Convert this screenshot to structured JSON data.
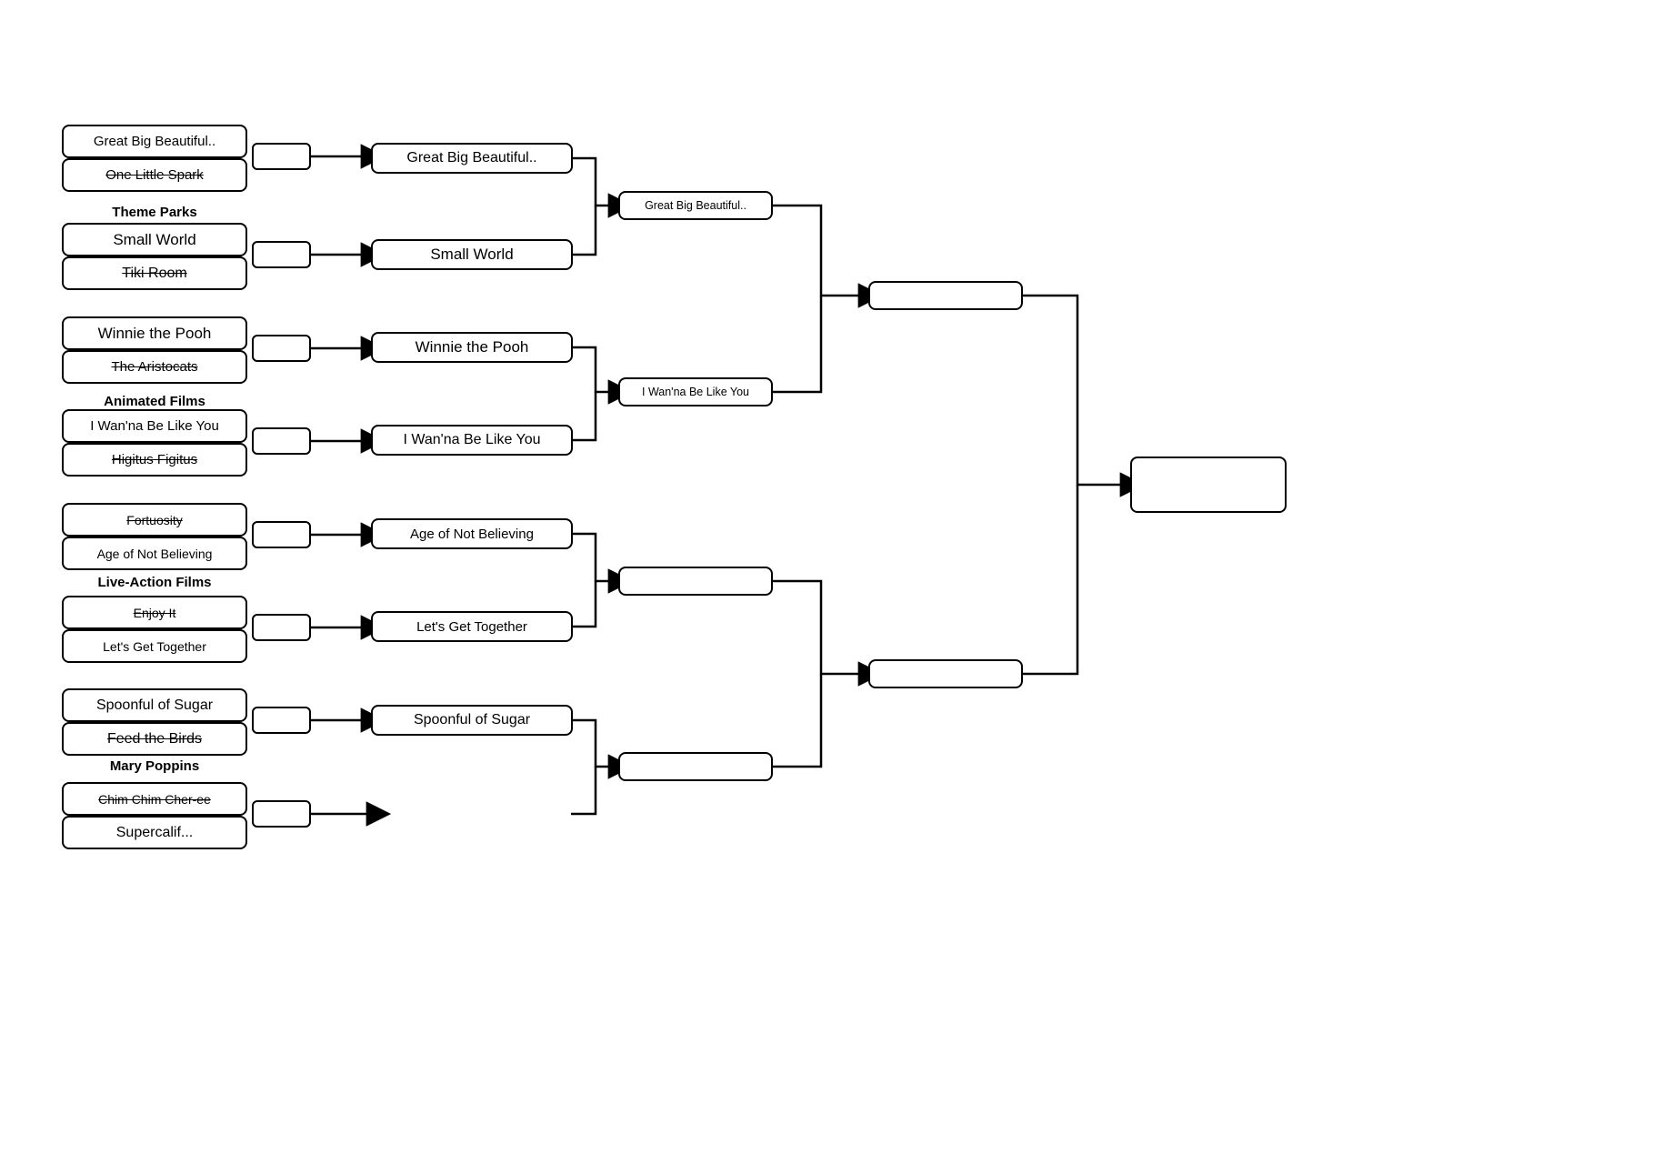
{
  "diagram_type": "tournament-bracket",
  "bracket": {
    "categories": [
      "Theme Parks",
      "Animated Films",
      "Live-Action Films",
      "Mary Poppins"
    ],
    "round1": [
      {
        "label": "Great Big Beautiful..",
        "eliminated": false
      },
      {
        "label": "One Little Spark",
        "eliminated": true
      },
      {
        "label": "Small World",
        "eliminated": false
      },
      {
        "label": "Tiki Room",
        "eliminated": true
      },
      {
        "label": "Winnie the Pooh",
        "eliminated": false
      },
      {
        "label": "The Aristocats",
        "eliminated": true
      },
      {
        "label": "I Wan'na Be Like You",
        "eliminated": false
      },
      {
        "label": "Higitus Figitus",
        "eliminated": true
      },
      {
        "label": "Fortuosity",
        "eliminated": true
      },
      {
        "label": "Age of Not Believing",
        "eliminated": false
      },
      {
        "label": "Enjoy It",
        "eliminated": true
      },
      {
        "label": "Let's Get Together",
        "eliminated": false
      },
      {
        "label": "Spoonful of Sugar",
        "eliminated": false
      },
      {
        "label": "Feed the Birds",
        "eliminated": true
      },
      {
        "label": "Chim Chim Cher-ee",
        "eliminated": true
      },
      {
        "label": "Supercalif...",
        "eliminated": false
      }
    ],
    "round2": [
      {
        "label": "Great Big Beautiful.."
      },
      {
        "label": "Small World"
      },
      {
        "label": "Winnie the Pooh"
      },
      {
        "label": "I Wan'na Be Like You"
      },
      {
        "label": "Age of Not Believing"
      },
      {
        "label": "Let's Get Together"
      },
      {
        "label": "Spoonful of Sugar"
      }
    ],
    "round3": [
      {
        "label": "Great Big Beautiful.."
      },
      {
        "label": "I Wan'na Be Like You"
      },
      {
        "label": ""
      },
      {
        "label": ""
      }
    ],
    "round4": [
      {
        "label": ""
      },
      {
        "label": ""
      }
    ],
    "final": {
      "label": ""
    }
  }
}
